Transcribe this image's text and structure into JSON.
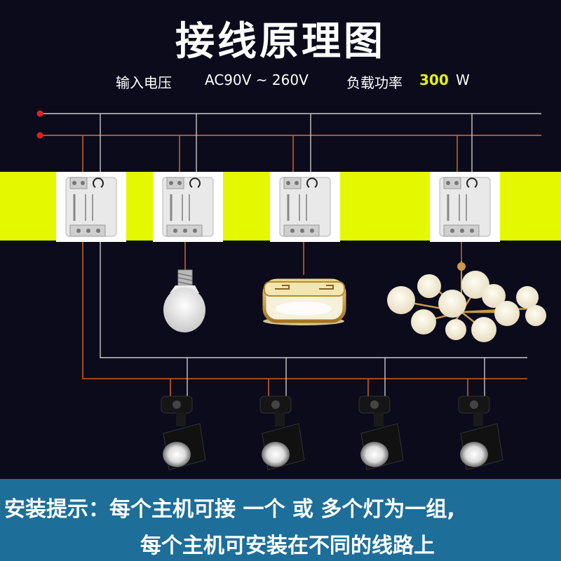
{
  "title": "接线原理图",
  "specs": {
    "input_label": "输入电压",
    "input_value": "AC90V ~ 260V",
    "load_label": "负载功率",
    "load_value": "300",
    "load_unit": "W"
  },
  "tip": {
    "label": "安装提示：",
    "line1": "每个主机可接 一个 或 多个灯为一组,",
    "line2": "每个主机可安装在不同的线路上"
  },
  "colors": {
    "background": "#0b0b1c",
    "band": "#e4f900",
    "wire_live": "#c0622a",
    "wire_neutral": "#c8c8c8",
    "terminal": "#e0201c",
    "tip_bg": "#1e6e9a",
    "highlight": "#e8f400"
  },
  "components": {
    "switch_modules": 4,
    "bulb": "led-bulb",
    "ceiling_lamp": "round-ceiling-lamp",
    "chandelier": "globe-chandelier",
    "spotlights": 4
  }
}
